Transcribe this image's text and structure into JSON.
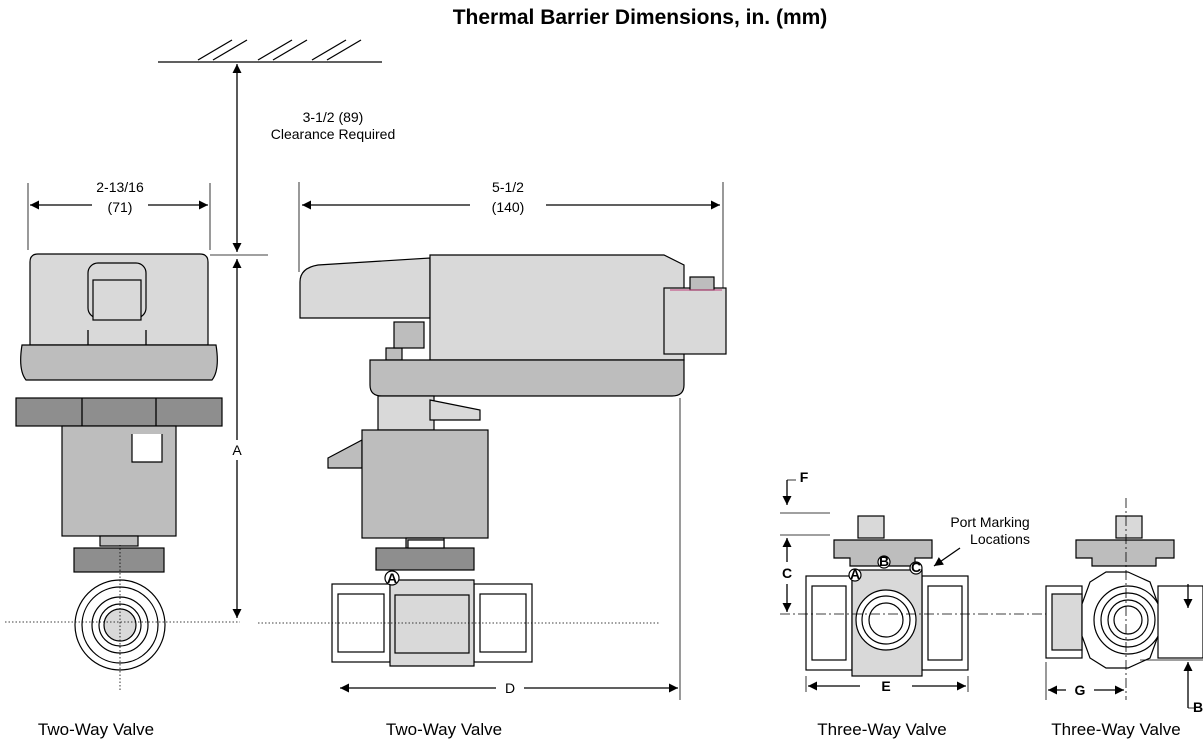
{
  "title": "Thermal Barrier Dimensions, in. (mm)",
  "dimensions": {
    "clearance_value": "3-1/2 (89)",
    "clearance_note": "Clearance Required",
    "width_in": "2-13/16",
    "width_mm": "(71)",
    "length_in": "5-1/2",
    "length_mm": "(140)",
    "A": "A",
    "B": "B",
    "C": "C",
    "D": "D",
    "E": "E",
    "F": "F",
    "G": "G"
  },
  "port_marking": {
    "line1": "Port Marking",
    "line2": "Locations",
    "ports": [
      "A",
      "B",
      "C"
    ]
  },
  "captions": [
    "Two-Way Valve",
    "Two-Way Valve",
    "Three-Way Valve",
    "Three-Way Valve"
  ]
}
